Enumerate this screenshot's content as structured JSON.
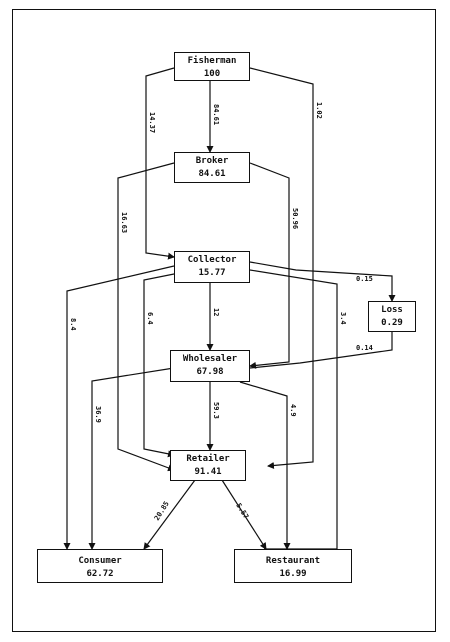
{
  "nodes": {
    "fisherman": {
      "name": "Fisherman",
      "value": "100"
    },
    "broker": {
      "name": "Broker",
      "value": "84.61"
    },
    "collector": {
      "name": "Collector",
      "value": "15.77"
    },
    "loss": {
      "name": "Loss",
      "value": "0.29"
    },
    "wholesaler": {
      "name": "Wholesaler",
      "value": "67.98"
    },
    "retailer": {
      "name": "Retailer",
      "value": "91.41"
    },
    "consumer": {
      "name": "Consumer",
      "value": "62.72"
    },
    "restaurant": {
      "name": "Restaurant",
      "value": "16.99"
    }
  },
  "edge_labels": {
    "fisherman_collector": "14.37",
    "fisherman_broker": "84.61",
    "fisherman_wholesaler": "1.02",
    "broker_retailer": "16.63",
    "broker_wholesaler": "50.96",
    "collector_loss": "0.15",
    "collector_consumer": "8.4",
    "collector_retailer": "6.4",
    "collector_wholesaler": "12",
    "collector_restaurant": "3.4",
    "wholesaler_loss": "0.14",
    "wholesaler_consumer": "36.9",
    "wholesaler_retailer": "59.3",
    "wholesaler_restaurant": "4.9",
    "retailer_consumer": "20.85",
    "retailer_restaurant": "5.57"
  }
}
